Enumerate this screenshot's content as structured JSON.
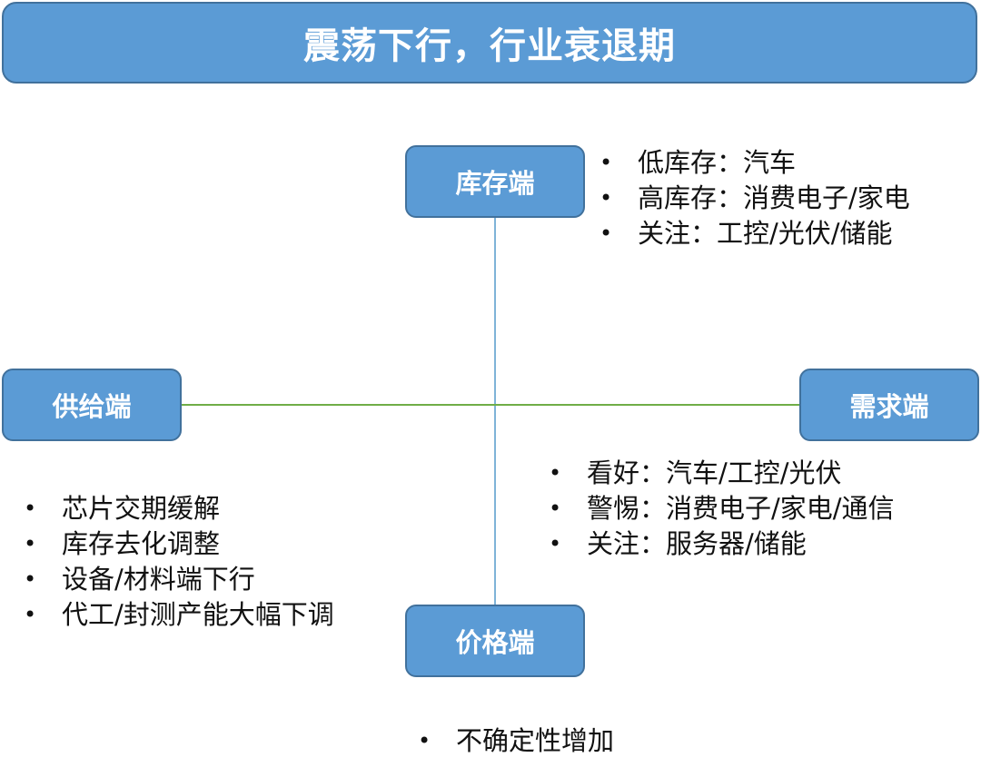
{
  "title": "震荡下行，行业衰退期",
  "nodes": {
    "inventory": "库存端",
    "supply": "供给端",
    "demand": "需求端",
    "price": "价格端"
  },
  "inventory_points": [
    "低库存：汽车",
    "高库存：消费电子/家电",
    "关注：工控/光伏/储能"
  ],
  "demand_points": [
    "看好：汽车/工控/光伏",
    "警惕：消费电子/家电/通信",
    "关注：服务器/储能"
  ],
  "supply_points": [
    "芯片交期缓解",
    "库存去化调整",
    "设备/材料端下行",
    "代工/封测产能大幅下调"
  ],
  "price_points": [
    "不确定性增加"
  ],
  "colors": {
    "box_fill": "#5b9bd5",
    "box_border": "#41719c",
    "vertical_axis": "#7fb3d8",
    "horizontal_axis": "#70ad47"
  }
}
